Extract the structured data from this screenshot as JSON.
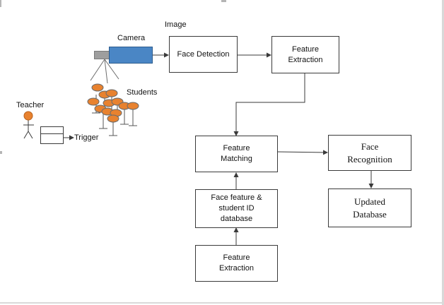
{
  "diagram": {
    "labels": {
      "image": "Image",
      "camera": "Camera",
      "students": "Students",
      "teacher": "Teacher",
      "trigger": "Trigger"
    },
    "boxes": {
      "face_detection": "Face Detection",
      "feature_extraction_top": "Feature Extraction",
      "feature_matching": "Feature Matching",
      "face_recognition": "Face Recognition",
      "database": "Face feature & student ID database",
      "updated_database": "Updated Database",
      "feature_extraction_bottom": "Feature Extraction"
    },
    "colors": {
      "camera_body": "#4a86c5",
      "camera_lens": "#9e9e9e",
      "person_head": "#e8822f",
      "line": "#3a3a3a"
    }
  }
}
